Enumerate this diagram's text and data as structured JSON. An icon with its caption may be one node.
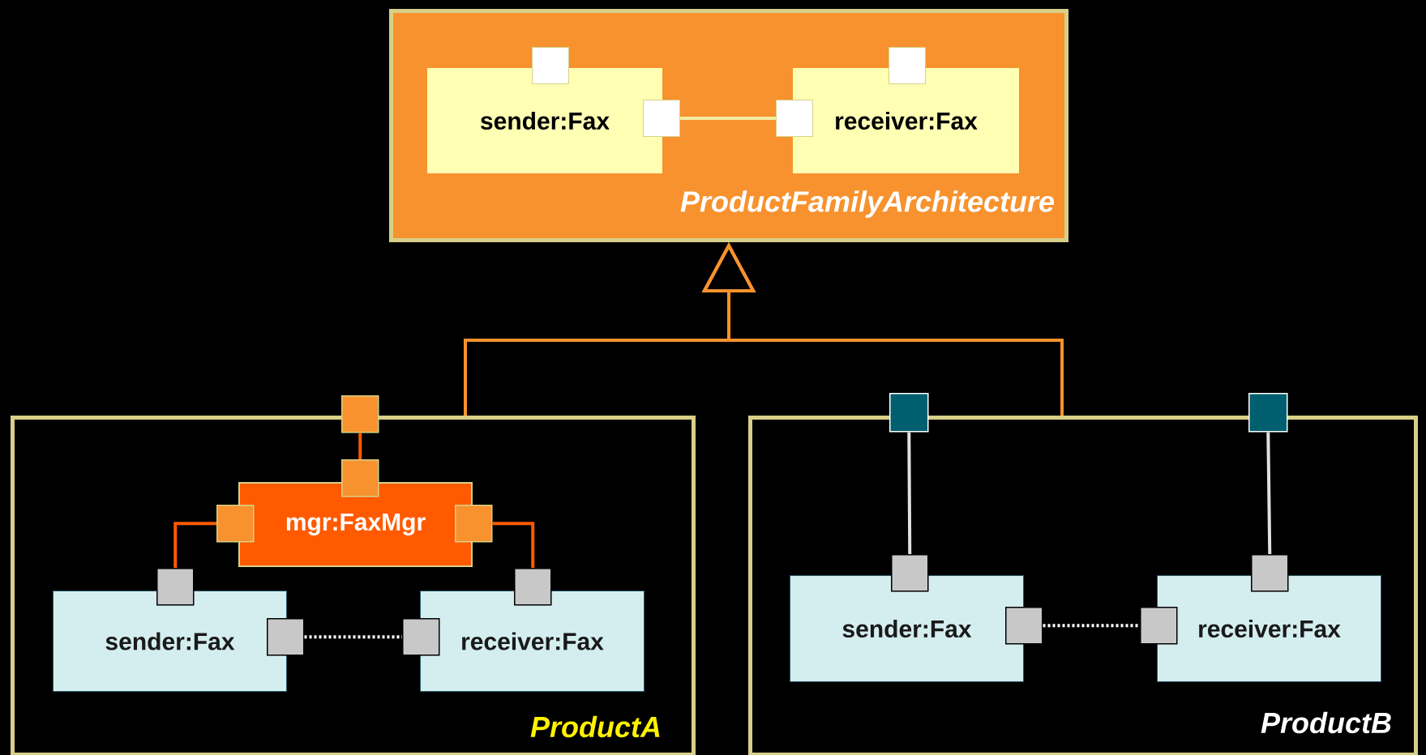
{
  "diagram": {
    "nodes": [
      {
        "text": [
          "ProductFamilyArchitecture"
        ]
      },
      {
        "text": [
          "sender:Fax"
        ],
        "in": 0
      },
      {
        "text": [
          "receiver:Fax"
        ],
        "in": 0
      },
      {
        "text": [],
        "shape": "box",
        "in": 0
      },
      {
        "text": [],
        "shape": "box",
        "in": 0
      },
      {
        "text": [],
        "shape": "box",
        "in": 0
      },
      {
        "text": [],
        "shape": "box",
        "in": 0
      },
      {
        "text": [
          "ProductA"
        ]
      },
      {
        "text": [],
        "shape": "box"
      },
      {
        "text": [
          "mgr:FaxMgr"
        ],
        "in": 7
      },
      {
        "text": [],
        "shape": "box",
        "in": 7
      },
      {
        "text": [],
        "shape": "box",
        "in": 7
      },
      {
        "text": [],
        "shape": "box",
        "in": 7
      },
      {
        "text": [
          "sender:Fax"
        ],
        "in": 7
      },
      {
        "text": [
          "receiver:Fax"
        ],
        "in": 7
      },
      {
        "text": [],
        "shape": "box",
        "in": 7
      },
      {
        "text": [],
        "shape": "box",
        "in": 7
      },
      {
        "text": [],
        "shape": "box",
        "in": 7
      },
      {
        "text": [],
        "shape": "box",
        "in": 7
      },
      {
        "text": [
          "ProductB"
        ]
      },
      {
        "text": [],
        "shape": "box"
      },
      {
        "text": [],
        "shape": "box"
      },
      {
        "text": [
          "sender:Fax"
        ],
        "in": 19
      },
      {
        "text": [
          "receiver:Fax"
        ],
        "in": 19
      },
      {
        "text": [],
        "shape": "box",
        "in": 19
      },
      {
        "text": [],
        "shape": "box",
        "in": 19
      },
      {
        "text": [],
        "shape": "box",
        "in": 19
      },
      {
        "text": [],
        "shape": "box",
        "in": 19
      }
    ],
    "edges": [
      {
        "from": 7,
        "to": 0,
        "arrow": "to",
        "color": "#f7922e"
      },
      {
        "from": 19,
        "to": 0,
        "arrow": "to",
        "color": "#f7922e"
      },
      {
        "from": 4,
        "to": 5,
        "arrow": "none",
        "color": "#f2eca0"
      },
      {
        "from": 8,
        "to": 10,
        "arrow": "none",
        "color": "#ff5a00"
      },
      {
        "from": 11,
        "to": 15,
        "arrow": "none",
        "color": "#ff5a00"
      },
      {
        "from": 12,
        "to": 18,
        "arrow": "none",
        "color": "#ff5a00"
      },
      {
        "from": 16,
        "to": 17,
        "arrow": "none",
        "style": "dashed",
        "color": "#ffffff"
      },
      {
        "from": 20,
        "to": 24,
        "arrow": "none",
        "color": "#e0e0e0"
      },
      {
        "from": 21,
        "to": 27,
        "arrow": "none",
        "color": "#e0e0e0"
      },
      {
        "from": 25,
        "to": 26,
        "arrow": "none",
        "style": "dashed",
        "color": "#ffffff"
      }
    ]
  }
}
